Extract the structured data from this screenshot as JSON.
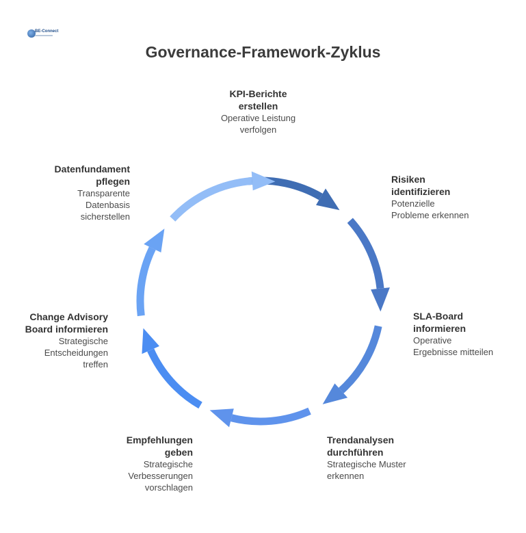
{
  "logo": {
    "text": "BE-Connect"
  },
  "title": "Governance-Framework-Zyklus",
  "steps": [
    {
      "head": "KPI-Berichte\nerstellen",
      "desc": "Operative Leistung\nverfolgen",
      "color": "#3f6db3"
    },
    {
      "head": "Risiken\nidentifizieren",
      "desc": "Potenzielle\nProbleme erkennen",
      "color": "#4a78c6"
    },
    {
      "head": "SLA-Board\ninformieren",
      "desc": "Operative\nErgebnisse mitteilen",
      "color": "#5588db"
    },
    {
      "head": "Trendanalysen\ndurchführen",
      "desc": "Strategische Muster\nerkennen",
      "color": "#5f93ec"
    },
    {
      "head": "Empfehlungen\ngeben",
      "desc": "Strategische\nVerbesserungen\nvorschlagen",
      "color": "#4b8df2"
    },
    {
      "head": "Change Advisory\nBoard informieren",
      "desc": "Strategische\nEntscheidungen\ntreffen",
      "color": "#6aa3f4"
    },
    {
      "head": "Datenfundament\npflegen",
      "desc": "Transparente\nDatenbasis\nsicherstellen",
      "color": "#93bdf7"
    }
  ]
}
